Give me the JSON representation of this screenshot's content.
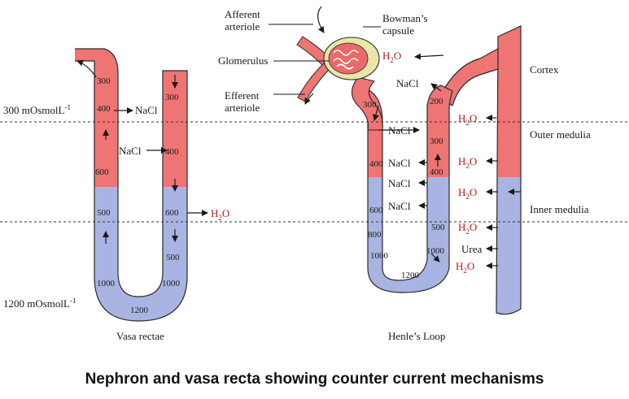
{
  "caption": "Nephron and vasa recta showing counter current mechanisms",
  "colors": {
    "cortex": "#ef7474",
    "medulla": "#aab4e2",
    "outline": "#2a2a2a",
    "water": "#b01d1d",
    "capsule": "#e8e6a8"
  },
  "icons": [
    "arrow-icon",
    "glomerulus-icon"
  ],
  "zones": {
    "cortex": "Cortex",
    "outer_medulla": "Outer medulia",
    "inner_medulla": "Inner medulia",
    "osm_top": "300 mOsmolL",
    "osm_top_exp": "-1",
    "osm_bottom": "1200 mOsmolL",
    "osm_bottom_exp": "-1"
  },
  "vasa_recta": {
    "title": "Vasa rectae",
    "labels": {
      "nacl_out": "NaCl",
      "nacl_in": "NaCl",
      "water": "H",
      "water_sub": "2",
      "water_end": "O"
    },
    "descending_values": [
      "300",
      "400",
      "600",
      "1000"
    ],
    "ascending_values": [
      "300",
      "400",
      "600",
      "500",
      "1000"
    ],
    "bottom_value": "1200",
    "right_extra": "500"
  },
  "nephron": {
    "title": "Henle’s Loop",
    "afferent": "Afferent",
    "arteriole1": "arteriole",
    "glomerulus": "Glomerulus",
    "efferent": "Efferent",
    "arteriole2": "arteriole",
    "bowmans": "Bowman’s",
    "capsule": "capsule",
    "nacl": "NaCl",
    "urea": "Urea",
    "water": {
      "h": "H",
      "sub": "2",
      "o": "O"
    },
    "values": {
      "v300a": "300",
      "v400": "400",
      "v600": "600",
      "v800": "800",
      "v1000": "1000",
      "v1200": "1200",
      "v200": "200",
      "v300b": "300",
      "v400b": "400",
      "v500": "500",
      "v1000b": "1000"
    }
  }
}
